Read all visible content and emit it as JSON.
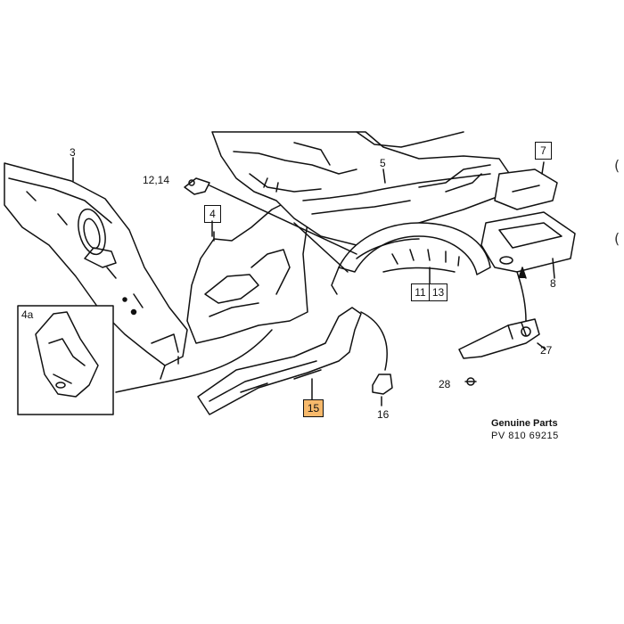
{
  "diagram": {
    "labels": {
      "l3": "3",
      "l5": "5",
      "l7": "7",
      "l8": "8",
      "l4": "4",
      "l4a": "4a",
      "l12_14": "12,14",
      "l11": "11",
      "l13": "13",
      "l15": "15",
      "l16": "16",
      "l27": "27",
      "l28": "28"
    },
    "highlight_color": "#f7b96b",
    "edge_marks": [
      "(",
      "("
    ]
  },
  "footer": {
    "title": "Genuine Parts",
    "code": "PV 810  69215"
  }
}
